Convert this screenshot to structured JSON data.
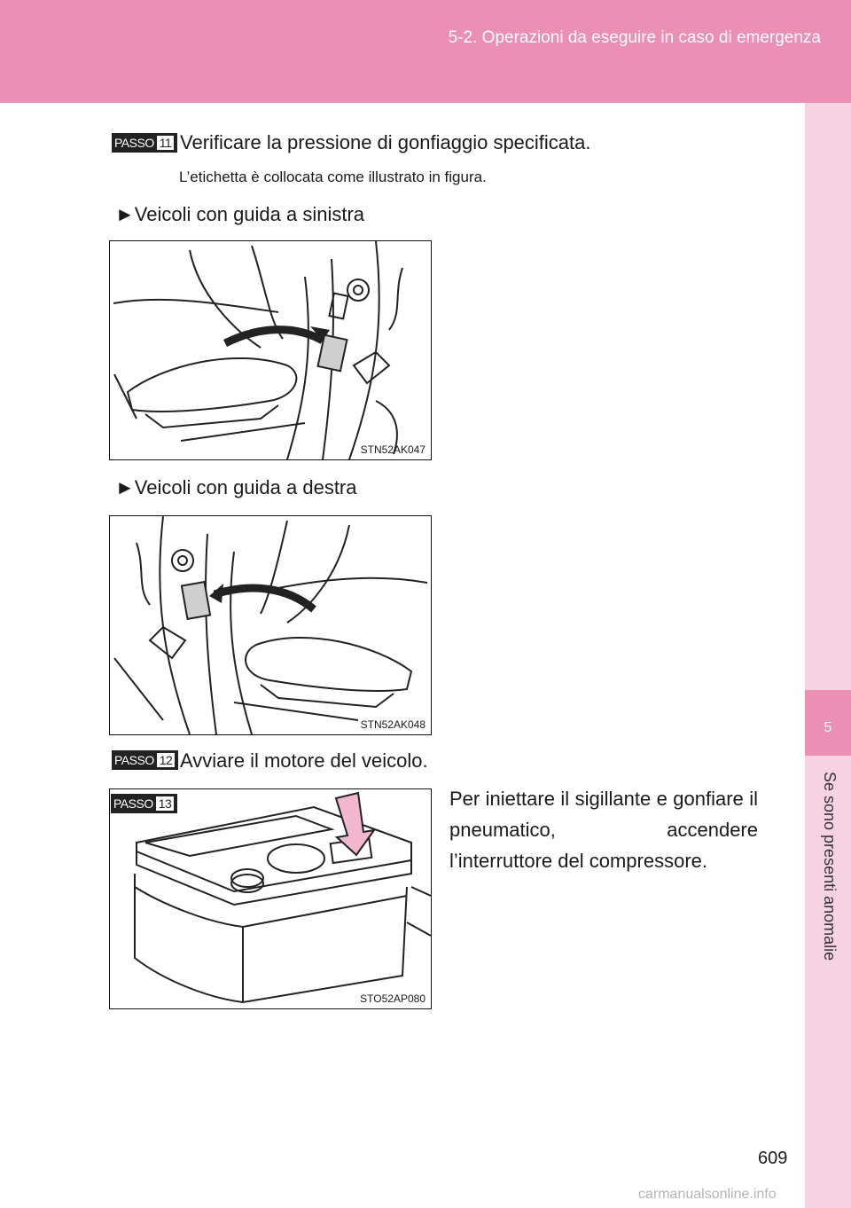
{
  "header": {
    "section_title": "5-2. Operazioni da eseguire in caso di emergenza"
  },
  "side_tab": {
    "chapter_number": "5",
    "chapter_title": "Se sono presenti anomalie"
  },
  "steps": [
    {
      "badge": "PASSO",
      "number": "11",
      "text": "Verificare la pressione di gonfiaggio specificata.",
      "note": "L’etichetta è collocata come illustrato in figura."
    },
    {
      "badge": "PASSO",
      "number": "12",
      "text": "Avviare il motore del veicolo."
    },
    {
      "badge": "PASSO",
      "number": "13",
      "text": "Per iniettare il sigillante e gonfiare il pneumatico, accendere l’interruttore del compressore."
    }
  ],
  "variants": {
    "left": "►Veicoli con guida a sinistra",
    "right": "►Veicoli con guida a destra"
  },
  "figures": {
    "fig1_code": "STN52AK047",
    "fig2_code": "STN52AK048",
    "fig3_code": "STO52AP080"
  },
  "page_number": "609",
  "watermark": "carmanualsonline.info",
  "colors": {
    "header": "#ec8fb4",
    "side_tab": "#f6d2e2",
    "arrow_fill": "#f3b6cf"
  }
}
